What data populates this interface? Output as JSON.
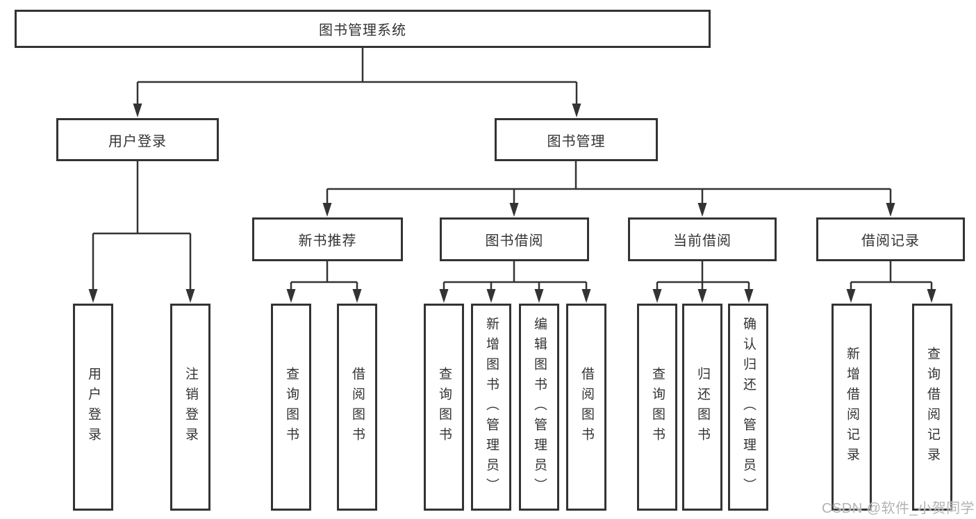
{
  "tree": {
    "root": {
      "label": "图书管理系统"
    },
    "children": [
      {
        "label": "用户登录",
        "children": [
          {
            "label": "用户登录"
          },
          {
            "label": "注销登录"
          }
        ]
      },
      {
        "label": "图书管理",
        "children": [
          {
            "label": "新书推荐",
            "children": [
              {
                "label": "查询图书"
              },
              {
                "label": "借阅图书"
              }
            ]
          },
          {
            "label": "图书借阅",
            "children": [
              {
                "label": "查询图书"
              },
              {
                "label": "新增图书（管理员）"
              },
              {
                "label": "编辑图书（管理员）"
              },
              {
                "label": "借阅图书"
              }
            ]
          },
          {
            "label": "当前借阅",
            "children": [
              {
                "label": "查询图书"
              },
              {
                "label": "归还图书"
              },
              {
                "label": "确认归还（管理员）"
              }
            ]
          },
          {
            "label": "借阅记录",
            "children": [
              {
                "label": "新增借阅记录"
              },
              {
                "label": "查询借阅记录"
              }
            ]
          }
        ]
      }
    ]
  },
  "watermark": {
    "text": "CSDN @软件_小贺同学"
  },
  "colors": {
    "line": "#333333",
    "border": "#333333",
    "text": "#333333",
    "background": "#ffffff",
    "watermark": "#b3b3b3"
  }
}
